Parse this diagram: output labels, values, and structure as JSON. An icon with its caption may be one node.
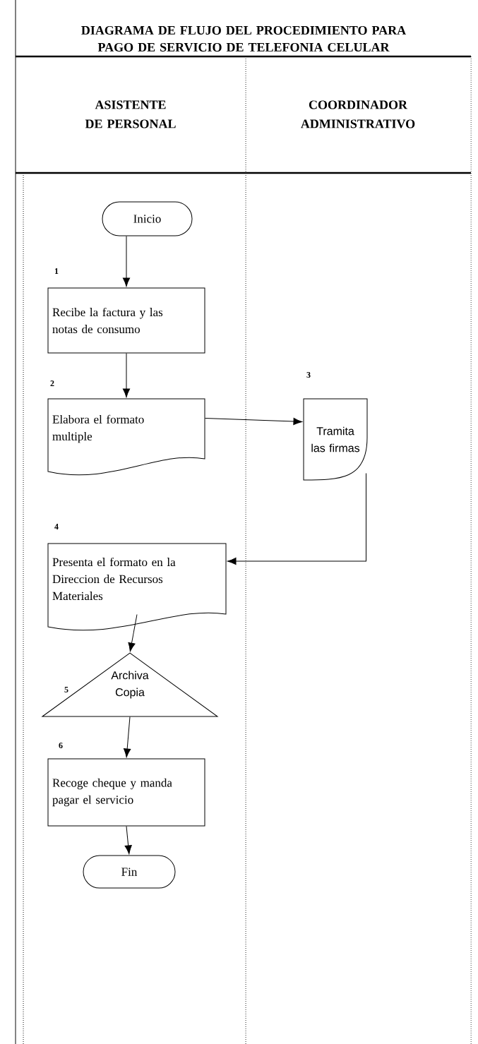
{
  "diagram": {
    "title": "DIAGRAMA DE FLUJO DEL PROCEDIMIENTO PARA PAGO DE SERVICIO DE TELEFONIA CELULAR",
    "nodes": [
      {
        "text": [
          "ASISTENTE DE PERSONAL"
        ]
      },
      {
        "text": [
          "COORDINADOR ADMINISTRATIVO"
        ]
      },
      {
        "text": [
          "Inicio"
        ],
        "in": 0
      },
      {
        "text": [
          "Recibe la factura y las notas de consumo"
        ],
        "in": 0,
        "beside": [
          "1"
        ]
      },
      {
        "text": [
          "Elabora el formato multiple"
        ],
        "in": 0,
        "beside": [
          "2"
        ]
      },
      {
        "text": [
          "Tramita las firmas"
        ],
        "in": 1,
        "beside": [
          "3"
        ]
      },
      {
        "text": [
          "Presenta  el formato en la Direccion de Recursos Materiales"
        ],
        "in": 0,
        "beside": [
          "4"
        ]
      },
      {
        "text": [
          "Archiva Copia"
        ],
        "in": 0,
        "beside": [
          "5"
        ]
      },
      {
        "text": [
          "Recoge cheque y manda pagar el servicio"
        ],
        "in": 0,
        "beside": [
          "6"
        ]
      },
      {
        "text": [
          "Fin"
        ],
        "in": 0
      }
    ],
    "edges": [
      {
        "from": 2,
        "to": 3,
        "arrow": "to"
      },
      {
        "from": 3,
        "to": 4,
        "arrow": "to"
      },
      {
        "from": 4,
        "to": 5,
        "arrow": "to"
      },
      {
        "from": 5,
        "to": 6,
        "arrow": "to"
      },
      {
        "from": 6,
        "to": 7,
        "arrow": "to"
      },
      {
        "from": 7,
        "to": 8,
        "arrow": "to"
      },
      {
        "from": 8,
        "to": 9,
        "arrow": "to"
      }
    ]
  }
}
